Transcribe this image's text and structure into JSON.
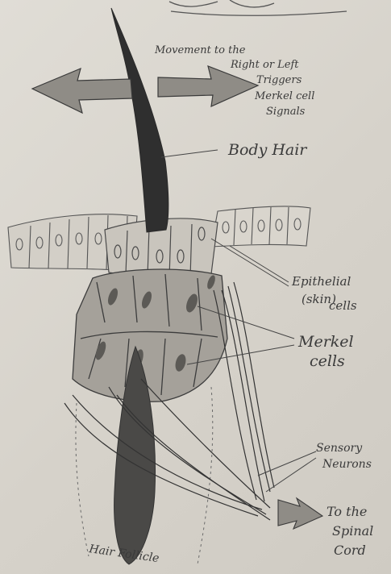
{
  "labels": {
    "movement_l1": "Movement to the",
    "movement_l2": "Right or Left",
    "movement_l3": "Triggers",
    "movement_l4": "Merkel cell",
    "movement_l5": "Signals",
    "body_hair": "Body Hair",
    "epithelial_l1": "Epithelial",
    "epithelial_l2": "(skin)",
    "epithelial_l3": "cells",
    "merkel_l1": "Merkel",
    "merkel_l2": "cells",
    "sensory_l1": "Sensory",
    "sensory_l2": "Neurons",
    "spinal_l1": "To the",
    "spinal_l2": "Spinal",
    "spinal_l3": "Cord",
    "follicle": "Hair Follicle"
  },
  "colors": {
    "ink": "#3a3a3a",
    "hair": "#2f2f2f",
    "shade": "#8f8c86",
    "paper": "#dcd8d0"
  }
}
